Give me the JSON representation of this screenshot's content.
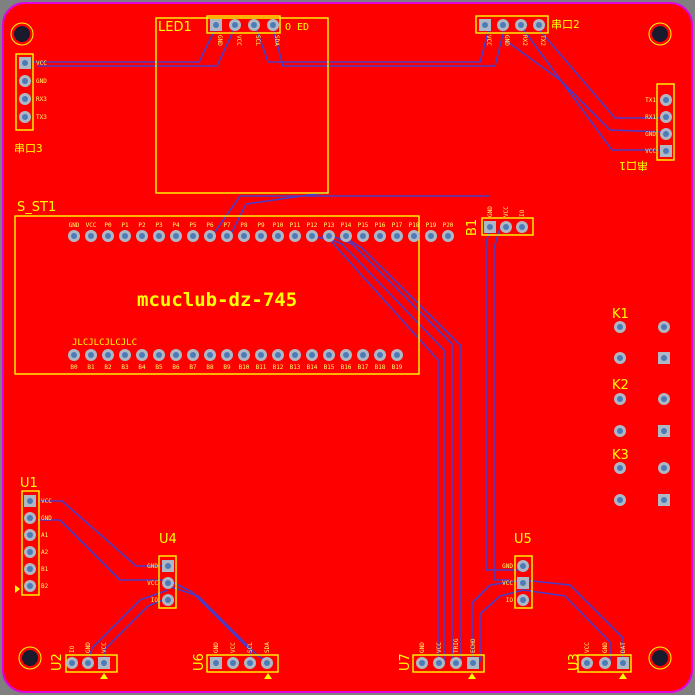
{
  "colors": {
    "background": "#808080",
    "board": "#ff0000",
    "outline": "#e000e0",
    "silk": "#ffff00",
    "trace": "#4a3cc8",
    "pad": "#aeb8c4",
    "pad_hole": "#4c7bb8"
  },
  "board": {
    "title": "mcuclub-dz-745",
    "pcb_note": "JLCJLCJLCJLC"
  },
  "designators": {
    "led1": "LED1",
    "led1_note": "O  ED",
    "s_st1": "S_ST1",
    "uart1": "串口1",
    "uart2": "串口2",
    "uart3": "串口3",
    "b1": "B1",
    "k1": "K1",
    "k2": "K2",
    "k3": "K3",
    "u1": "U1",
    "u2": "U2",
    "u3": "U3",
    "u4": "U4",
    "u5": "U5",
    "u6": "U6",
    "u7": "U7"
  },
  "pins": {
    "uart3": [
      "VCC",
      "GND",
      "RX3",
      "TX3"
    ],
    "uart1": [
      "TX1",
      "RX1",
      "GND",
      "VCC"
    ],
    "led1": [
      "GND",
      "VCC",
      "SCL",
      "SDA"
    ],
    "uart2": [
      "VCC",
      "GND",
      "RX2",
      "TX2"
    ],
    "b1": [
      "GND",
      "VCC",
      "IO"
    ],
    "u1": [
      "VCC",
      "GND",
      "A1",
      "A2",
      "B1",
      "B2"
    ],
    "u4": [
      "GND",
      "VCC",
      "IO"
    ],
    "u5": [
      "GND",
      "VCC",
      "IO"
    ],
    "u2": [
      "IO",
      "GND",
      "VCC"
    ],
    "u6": [
      "GND",
      "VCC",
      "SCL",
      "SDA"
    ],
    "u7": [
      "GND",
      "VCC",
      "TRIG",
      "ECHO"
    ],
    "u3": [
      "VCC",
      "GND",
      "DAT"
    ],
    "mcu_top": [
      "GND",
      "VCC",
      "P0",
      "P1",
      "P2",
      "P3",
      "P4",
      "P5",
      "P6",
      "P7",
      "P8",
      "P9",
      "P10",
      "P11",
      "P12",
      "P13",
      "P14",
      "P15",
      "P16",
      "P17",
      "P18",
      "P19",
      "P20"
    ],
    "mcu_bottom": [
      "B0",
      "B1",
      "B2",
      "B3",
      "B4",
      "B5",
      "B6",
      "B7",
      "B8",
      "B9",
      "B10",
      "B11",
      "B12",
      "B13",
      "B14",
      "B15",
      "B16",
      "B17",
      "B18",
      "B19"
    ]
  }
}
